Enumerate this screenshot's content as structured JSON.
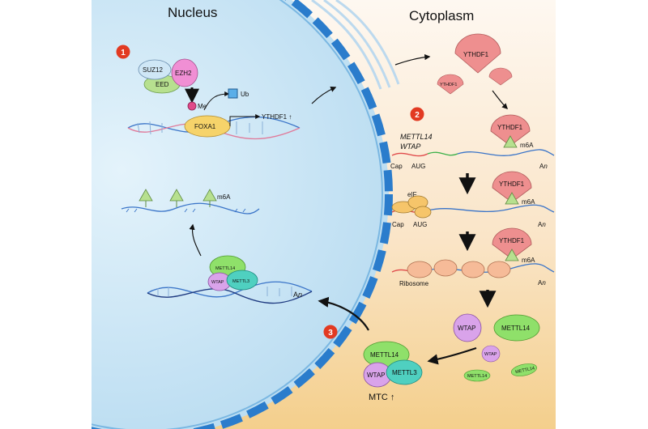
{
  "titles": {
    "nucleus": "Nucleus",
    "cytoplasm": "Cytoplasm"
  },
  "steps": [
    "1",
    "2",
    "3"
  ],
  "nucleus": {
    "prc2": {
      "suz12": "SUZ12",
      "ezh2": "EZH2",
      "eed": "EED"
    },
    "me": "Me",
    "ub": "Ub",
    "foxa1": "FOXA1",
    "ythdf1_up": "YTHDF1 ↑",
    "m6a": "m6A",
    "complex": {
      "mettl14": "METTL14",
      "wtap": "WTAP",
      "mettl3": "METTL3"
    },
    "polya_base": "A",
    "polya_n": "n"
  },
  "cytoplasm": {
    "ythdf1": "YTHDF1",
    "ythdf1_small": "YTHDF1",
    "mettl14_italic": "METTL14",
    "wtap_italic": "WTAP",
    "cap": "Cap",
    "aug": "AUG",
    "eif": "eIF",
    "ribosome": "Ribosome",
    "m6a": "m6A",
    "polya_base": "A",
    "polya_n": "n",
    "wtap": "WTAP",
    "mettl14": "METTL14",
    "mettl3": "METTL3",
    "mtc_up": "MTC ↑"
  },
  "colors": {
    "nucleus_fill": "#cde6f6",
    "envelope": "#2878c8",
    "cytoplasm_top": "#fdf6ee",
    "cytoplasm_bottom": "#f4cf8c",
    "ythdf1": "#ee8f8f",
    "mettl14": "#8fe06a",
    "wtap": "#d9a3ea",
    "mettl3": "#4fd0c0",
    "foxa1": "#f6d36a",
    "step_badge": "#e23a22"
  }
}
